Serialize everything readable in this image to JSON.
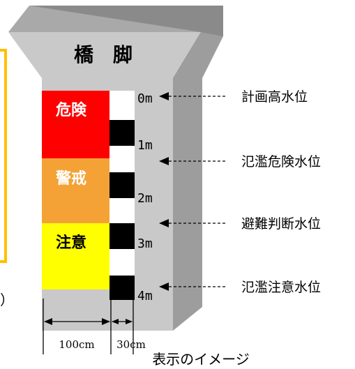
{
  "pier_title": "橋　脚",
  "zones": [
    {
      "label": "危険",
      "color": "#ff0000",
      "text_color": "#ffffff"
    },
    {
      "label": "警戒",
      "color": "#f4a236",
      "text_color": "#ffffff"
    },
    {
      "label": "注意",
      "color": "#ffff00",
      "text_color": "#000000"
    }
  ],
  "gauge_marks": [
    "0m",
    "1m",
    "2m",
    "3m",
    "4m"
  ],
  "water_levels": [
    "計画高水位",
    "氾濫危険水位",
    "避難判断水位",
    "氾濫注意水位"
  ],
  "dimensions": {
    "left": "100cm",
    "right": "30cm"
  },
  "caption": "表示のイメージ",
  "edge_fragment": "）",
  "colors": {
    "pier_light": "#c9c9c9",
    "pier_top": "#b0b0b0",
    "pier_dark": "#8d8d8d",
    "gauge_black": "#000000",
    "edge_bracket": "#ffc000"
  }
}
